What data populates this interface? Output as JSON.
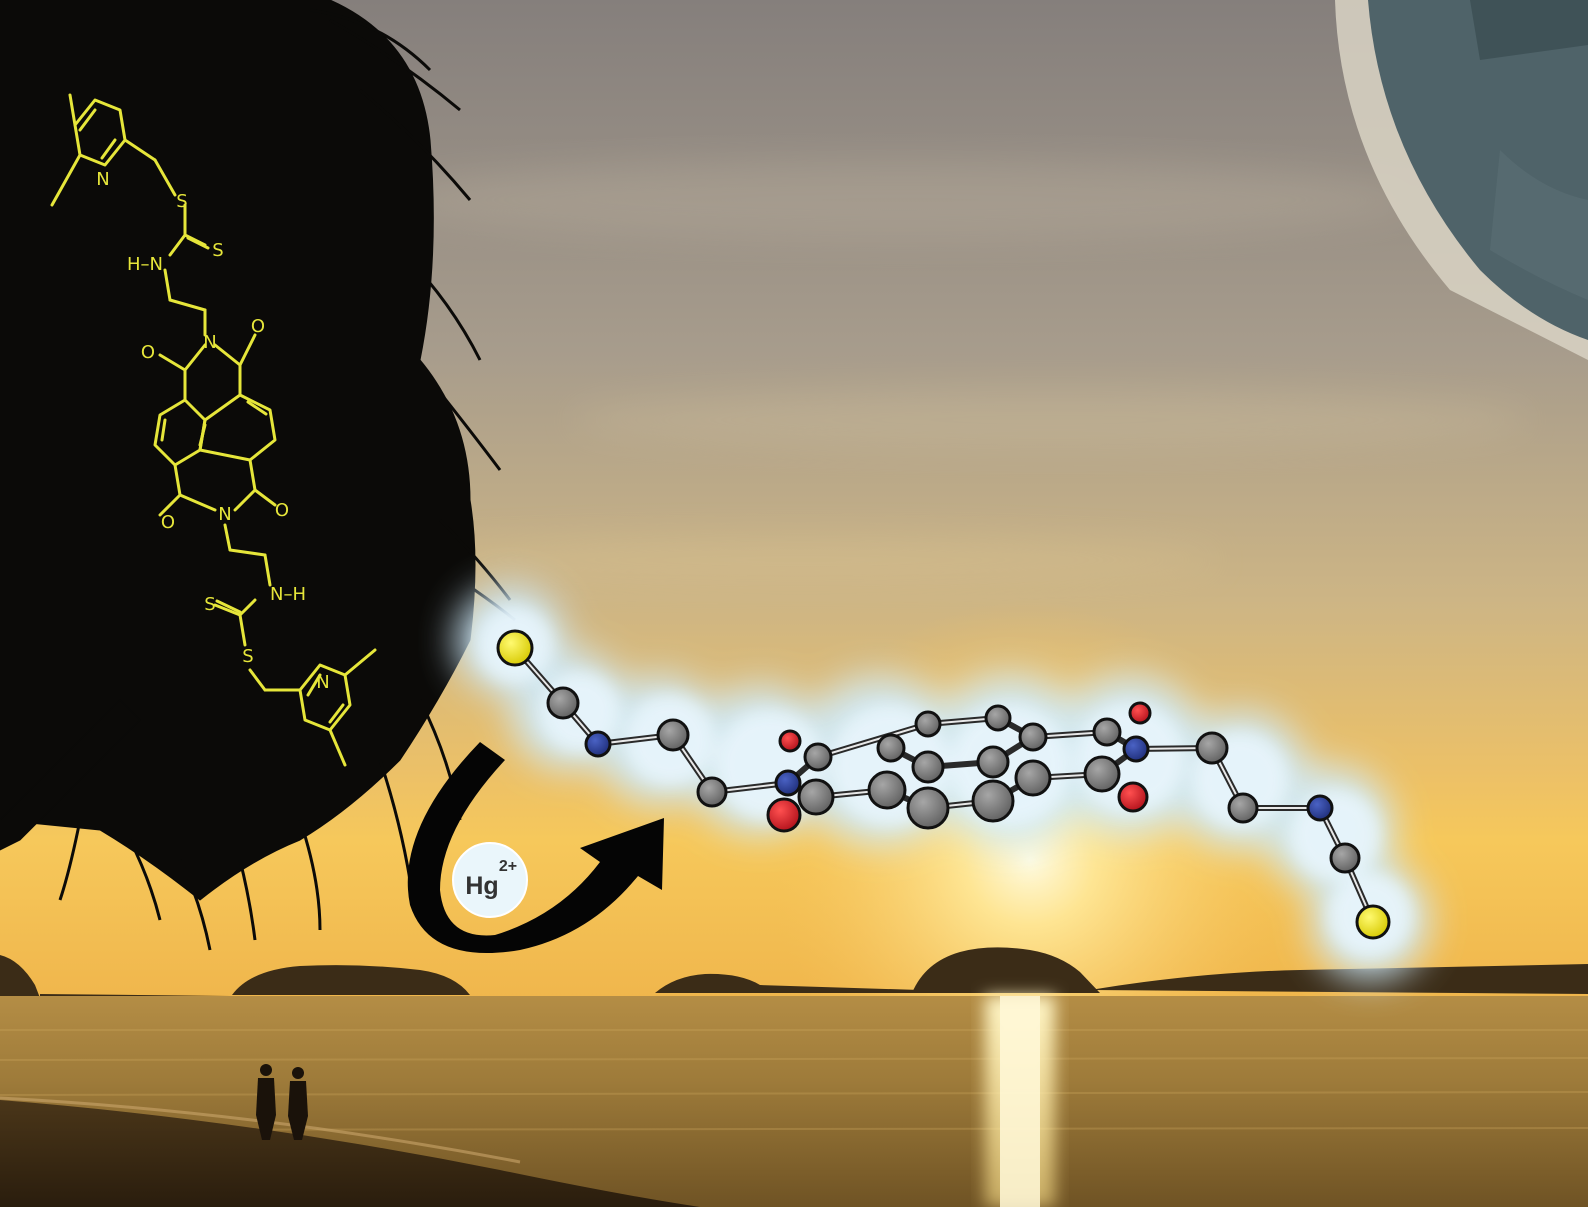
{
  "colors": {
    "sky_top": "#8f8880",
    "sky_mid": "#b6a992",
    "sky_horizon": "#f3c15a",
    "sea": "#9a7a3c",
    "sun_glare": "#fff3b0",
    "structure_line": "#e4e43a",
    "glow": "#bfe6fb",
    "carbon": "#7a7a7a",
    "nitrogen": "#2c3f9a",
    "oxygen": "#e0242a",
    "sulfur": "#f4ec1e",
    "corner_panel": "#4c6066",
    "corner_arc": "#d9d4c4"
  },
  "structure_labels": {
    "n_pyridine_top": "N",
    "s_thioether_top": "S",
    "s_thione_top": "S",
    "nh_top": "H–N",
    "o_imide_1": "O",
    "o_imide_2": "O",
    "n_imide_top": "N",
    "o_imide_3": "O",
    "o_imide_4": "O",
    "n_imide_bottom": "N",
    "nh_bottom": "N–H",
    "s_thione_bottom": "S",
    "s_thioether_bottom": "S",
    "n_pyridine_bottom": "N"
  },
  "ion": {
    "symbol": "Hg",
    "charge": "2+"
  }
}
